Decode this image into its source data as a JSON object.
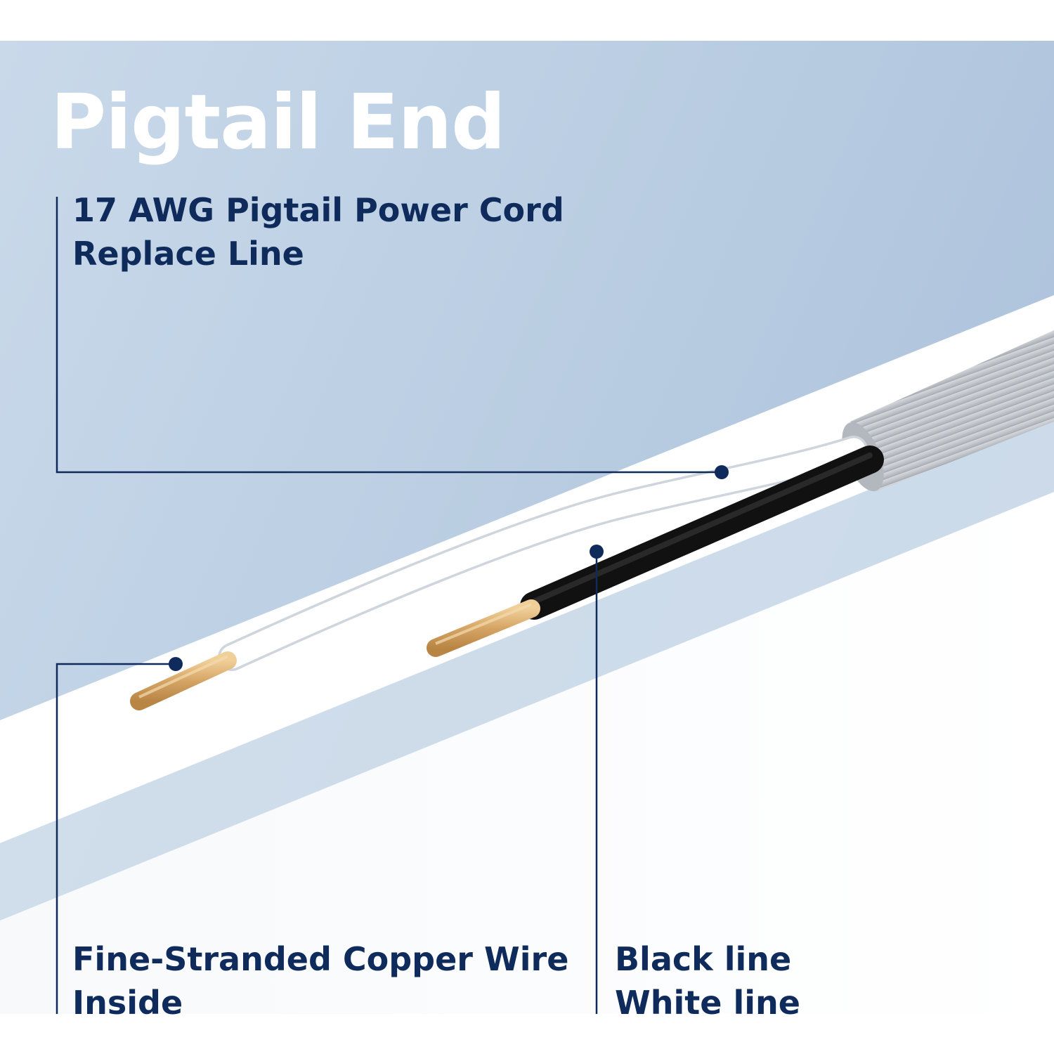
{
  "title": "Pigtail End",
  "callouts": {
    "cord": {
      "line1": "17 AWG Pigtail Power Cord",
      "line2": "Replace Line"
    },
    "copper": {
      "line1": "Fine-Stranded Copper Wire",
      "line2": "Inside"
    },
    "lines": {
      "line1": "Black line",
      "line2": "White line"
    }
  },
  "colors": {
    "label_navy": "#0f2b5c",
    "background_blue": "#b6c9df",
    "copper": "#d9a86a",
    "black_wire": "#1a1a1a",
    "white_wire": "#ffffff",
    "jacket_gray": "#c8ccd1"
  }
}
